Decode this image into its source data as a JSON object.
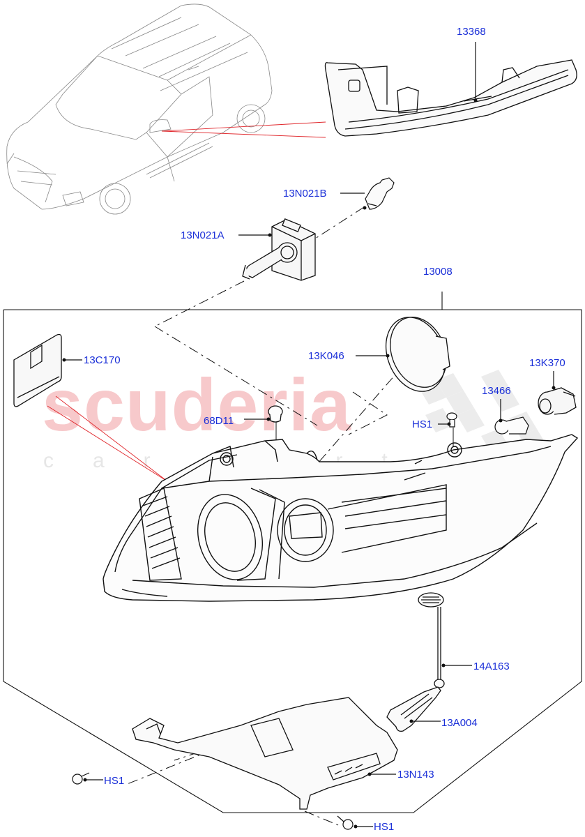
{
  "diagram": {
    "subject": "Headlamp assembly exploded parts diagram",
    "watermark": {
      "brand": "scuderia",
      "tagline": "car parts",
      "color": "#f7c9cb"
    },
    "colors": {
      "label": "#1a2fd8",
      "line": "#111111",
      "leader_red": "#e0262b",
      "background": "#ffffff"
    },
    "parts": [
      {
        "id": "13368",
        "description": "Side repeater lamp"
      },
      {
        "id": "13N021B",
        "description": "Bulb"
      },
      {
        "id": "13N021A",
        "description": "Bulb with igniter"
      },
      {
        "id": "13008",
        "description": "Headlamp assembly"
      },
      {
        "id": "13C170",
        "description": "Control module"
      },
      {
        "id": "13K046",
        "description": "Cover"
      },
      {
        "id": "13K370",
        "description": "Bulb holder"
      },
      {
        "id": "13466",
        "description": "Bulb"
      },
      {
        "id": "68D11",
        "description": "Cap"
      },
      {
        "id": "HS1",
        "description": "Screw"
      },
      {
        "id": "14A163",
        "description": "Wiring"
      },
      {
        "id": "13A004",
        "description": "Bracket"
      },
      {
        "id": "13N143",
        "description": "Bracket"
      }
    ],
    "labels": {
      "p13368": "13368",
      "p13N021B": "13N021B",
      "p13N021A": "13N021A",
      "p13008": "13008",
      "p13C170": "13C170",
      "p13K046": "13K046",
      "p13K370": "13K370",
      "p13466": "13466",
      "p68D11": "68D11",
      "pHS1_a": "HS1",
      "p14A163": "14A163",
      "p13A004": "13A004",
      "p13N143": "13N143",
      "pHS1_b": "HS1",
      "pHS1_c": "HS1"
    }
  }
}
